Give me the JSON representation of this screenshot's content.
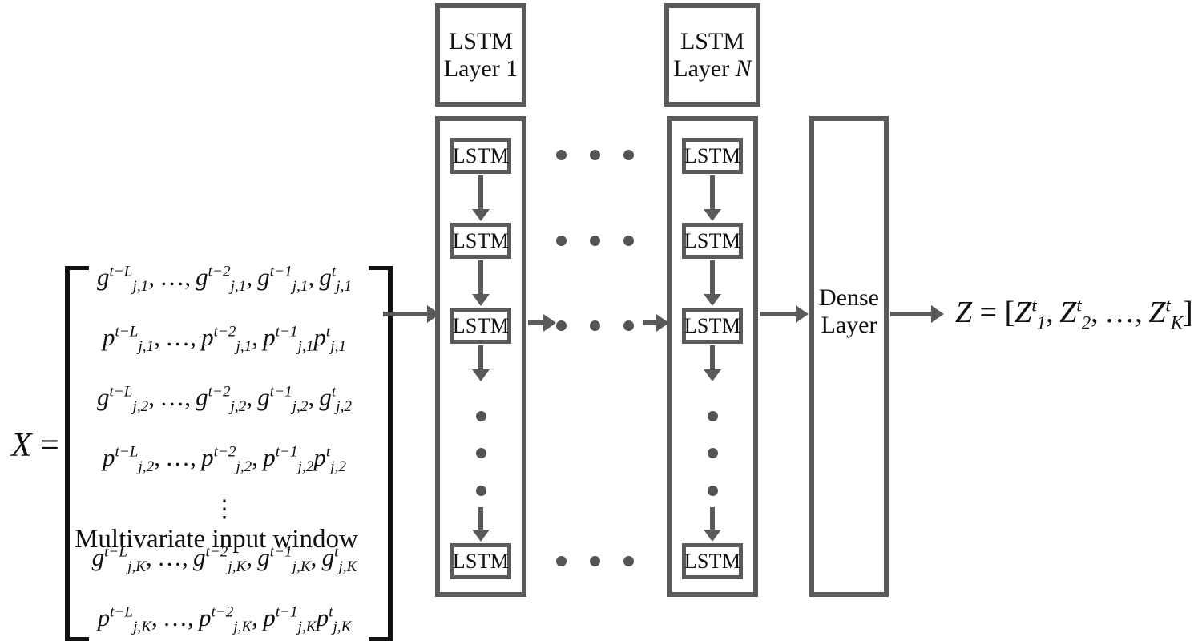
{
  "diagram": {
    "title": "LSTM network architecture with multivariate input window",
    "accent_color": "#5a5a5a",
    "text_color": "#111111",
    "background": "#ffffff"
  },
  "input": {
    "assignment_symbol": "X",
    "equals": "=",
    "caption": "Multivariate input window",
    "matrix_rows": [
      {
        "id": "g1",
        "text": "g^{t-L}_{j,1}, …, g^{t-2}_{j,1}, g^{t-1}_{j,1}, g^{t}_{j,1}"
      },
      {
        "id": "p1",
        "text": "p^{t-L}_{j,1}, …, p^{t-2}_{j,1}, p^{t-1}_{j,1} p^{t}_{j,1}"
      },
      {
        "id": "g2",
        "text": "g^{t-L}_{j,2}, …, g^{t-2}_{j,2}, g^{t-1}_{j,2}, g^{t}_{j,2}"
      },
      {
        "id": "p2",
        "text": "p^{t-L}_{j,2}, …, p^{t-2}_{j,2}, p^{t-1}_{j,2} p^{t}_{j,2}"
      },
      {
        "id": "vdots",
        "text": "⋮"
      },
      {
        "id": "gK",
        "text": "g^{t-L}_{j,K}, …, g^{t-2}_{j,K}, g^{t-1}_{j,K}, g^{t}_{j,K}"
      },
      {
        "id": "pK",
        "text": "p^{t-L}_{j,K}, …, p^{t-2}_{j,K}, p^{t-1}_{j,K} p^{t}_{j,K}"
      }
    ],
    "row_parts": {
      "g1": {
        "base": "g",
        "sub": "j,1",
        "sups": [
          "t-L",
          "t-2",
          "t-1",
          "t"
        ]
      },
      "p1": {
        "base": "p",
        "sub": "j,1",
        "sups": [
          "t-L",
          "t-2",
          "t-1",
          "t"
        ]
      },
      "g2": {
        "base": "g",
        "sub": "j,2",
        "sups": [
          "t-L",
          "t-2",
          "t-1",
          "t"
        ]
      },
      "p2": {
        "base": "p",
        "sub": "j,2",
        "sups": [
          "t-L",
          "t-2",
          "t-1",
          "t"
        ]
      },
      "gK": {
        "base": "g",
        "sub": "j,K",
        "sups": [
          "t-L",
          "t-2",
          "t-1",
          "t"
        ]
      },
      "pK": {
        "base": "p",
        "sub": "j,K",
        "sups": [
          "t-L",
          "t-2",
          "t-1",
          "t"
        ]
      }
    }
  },
  "layers": {
    "first": {
      "header_line1": "LSTM",
      "header_line2_prefix": "Layer ",
      "header_line2_index": "1",
      "cells": [
        "LSTM",
        "LSTM",
        "LSTM",
        "LSTM"
      ]
    },
    "last": {
      "header_line1": "LSTM",
      "header_line2_prefix": "Layer ",
      "header_line2_index": "N",
      "cells": [
        "LSTM",
        "LSTM",
        "LSTM",
        "LSTM"
      ]
    },
    "ellipsis_between_layers": "• • •",
    "ellipsis_within_layer": "• • •"
  },
  "dense": {
    "label_line1": "Dense",
    "label_line2": "Layer"
  },
  "output": {
    "symbol": "Z",
    "equals": "=",
    "open_bracket": "[",
    "close_bracket": "]",
    "terms": [
      {
        "base": "Z",
        "sub": "1",
        "sup": "t"
      },
      {
        "base": "Z",
        "sub": "2",
        "sup": "t"
      },
      {
        "base": "Z",
        "sub": "K",
        "sup": "t"
      }
    ],
    "ellipsis": "…",
    "text": "Z = [Z^t_1, Z^t_2, …, Z^t_K]"
  }
}
